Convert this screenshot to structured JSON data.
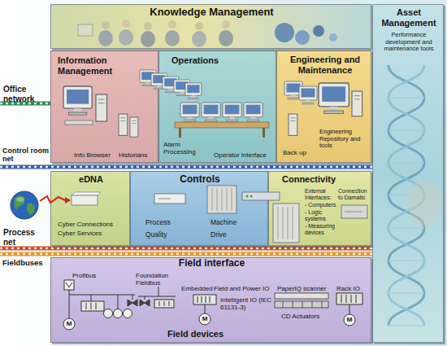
{
  "diagram": {
    "nodes": [
      {
        "text": [
          "Knowledge Management"
        ]
      },
      {
        "text": [
          "Asset Management",
          "Performance development and maintenance tools"
        ]
      },
      {
        "text": [
          "Information Management",
          "Info Browser",
          "Historians"
        ]
      },
      {
        "text": [
          "Operations",
          "Alarm Processing",
          "Operator Interface"
        ]
      },
      {
        "text": [
          "Engineering and Maintenance",
          "Back up",
          "Engineering Repository and tools"
        ]
      },
      {
        "text": [
          "eDNA",
          "Cyber Connections",
          "Cyber Services"
        ]
      },
      {
        "text": [
          "Controls",
          "Process",
          "Quality",
          "Machine",
          "Drive"
        ]
      },
      {
        "text": [
          "Connectivity",
          "External Interfaces:",
          "- Computers",
          "- Logic systems",
          "- Measuring devices",
          "Connection to Damatic"
        ]
      },
      {
        "text": [
          "Field interface",
          "Profibus",
          "Foundation Fieldbus",
          "Embedded",
          "Field and Power IO",
          "PaperIQ scanner",
          "Rack IO",
          "Intelligent IO (IEC 61131-3)",
          "CD Actuators",
          "Field devices"
        ]
      }
    ],
    "labels": [
      "Office network",
      "Control room net",
      "Process net",
      "Fieldbuses",
      "M",
      "M",
      "M"
    ]
  }
}
